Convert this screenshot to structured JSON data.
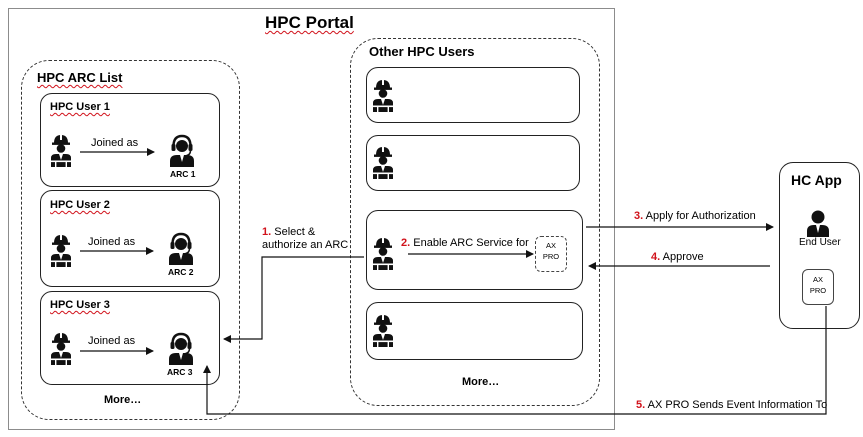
{
  "portal": {
    "title": "HPC Portal"
  },
  "arc_list": {
    "title": "HPC ARC List",
    "users": [
      {
        "name": "HPC User 1",
        "relation": "Joined as",
        "arc": "ARC 1"
      },
      {
        "name": "HPC User 2",
        "relation": "Joined as",
        "arc": "ARC 2"
      },
      {
        "name": "HPC User 3",
        "relation": "Joined as",
        "arc": "ARC 3"
      }
    ],
    "more": "More…"
  },
  "other_users": {
    "title": "Other HPC Users",
    "more": "More…"
  },
  "hc_app": {
    "title": "HC App",
    "end_user": "End User"
  },
  "device": {
    "line1": "AX",
    "line2": "PRO"
  },
  "steps": {
    "s1_num": "1.",
    "s1_line1": "Select &",
    "s1_line2": "authorize an ARC",
    "s2_num": "2.",
    "s2_text": "Enable ARC Service for",
    "s3_num": "3.",
    "s3_text": "Apply for Authorization",
    "s4_num": "4.",
    "s4_text": "Approve",
    "s5_num": "5.",
    "s5_text": "AX PRO Sends Event Information To"
  }
}
